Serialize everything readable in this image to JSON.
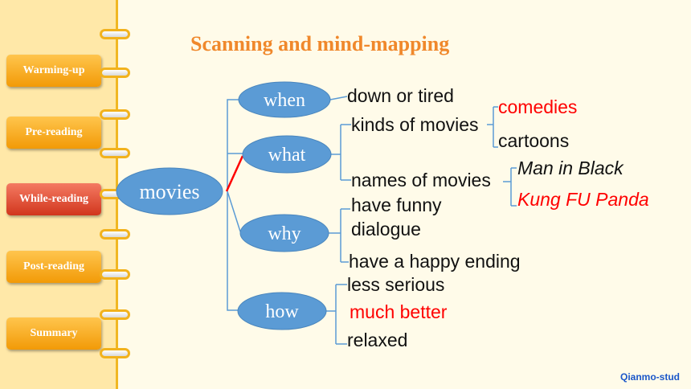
{
  "sidebar": {
    "tabs": [
      {
        "label": "Warming-up",
        "active": false
      },
      {
        "label": "Pre-reading",
        "active": false
      },
      {
        "label": "While-reading",
        "active": true
      },
      {
        "label": "Post-reading",
        "active": false
      },
      {
        "label": "Summary",
        "active": false
      }
    ]
  },
  "title": "Scanning and mind-mapping",
  "mindmap": {
    "root": "movies",
    "branches": {
      "when": {
        "label": "when",
        "items": [
          "down or tired"
        ]
      },
      "what": {
        "label": "what",
        "kinds": {
          "label": "kinds of movies",
          "items": [
            "comedies",
            "cartoons"
          ]
        },
        "names": {
          "label": "names of movies",
          "items": [
            "Man in Black",
            "Kung FU Panda"
          ]
        }
      },
      "why": {
        "label": "why",
        "items": [
          "have funny",
          "dialogue",
          "have a happy ending"
        ]
      },
      "how": {
        "label": "how",
        "items": [
          "less serious",
          "much better",
          "relaxed"
        ]
      }
    }
  },
  "credit": "Qianmo-stud",
  "colors": {
    "node_fill": "#5b9bd5",
    "title": "#f0882b",
    "highlight": "#ff0000",
    "tab_active": "#d9452b",
    "tab_normal": "#f5a623"
  }
}
